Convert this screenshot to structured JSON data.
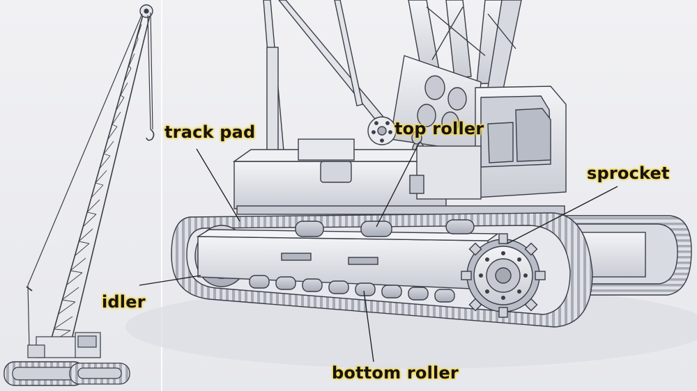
{
  "labels": {
    "track_pad": "track pad",
    "top_roller": "top roller",
    "sprocket": "sprocket",
    "idler": "idler",
    "bottom_roller": "bottom roller"
  },
  "colors": {
    "background": "#ededf1",
    "label_glow": "#f2d24a",
    "label_text": "#141414",
    "machine_fill": "#e4e6ec",
    "machine_stroke": "#3a3d46",
    "leader_line": "#1a1a1a"
  }
}
